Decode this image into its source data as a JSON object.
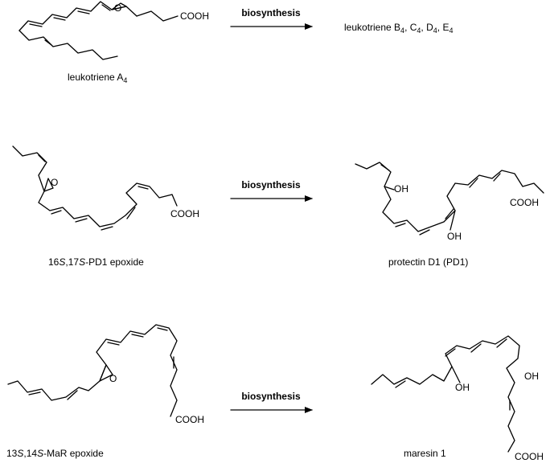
{
  "reactions": [
    {
      "reactant": {
        "atoms": [
          "O",
          "COOH"
        ],
        "name": "leukotriene A",
        "name_sub": "4"
      },
      "arrow_label": "biosynthesis",
      "product": {
        "name_parts": [
          "leukotriene B",
          "4",
          ", C",
          "4",
          ", D",
          "4",
          ", E",
          "4"
        ]
      }
    },
    {
      "reactant": {
        "atoms": [
          "O",
          "COOH"
        ],
        "name_parts": [
          "16",
          "S",
          ",17",
          "S",
          "-PD1 epoxide"
        ]
      },
      "arrow_label": "biosynthesis",
      "product": {
        "atoms": [
          "OH",
          "OH",
          "COOH"
        ],
        "name": "protectin D1 (PD1)"
      }
    },
    {
      "reactant": {
        "atoms": [
          "O",
          "COOH"
        ],
        "name_parts": [
          "13",
          "S",
          ",14",
          "S",
          "-MaR epoxide"
        ]
      },
      "arrow_label": "biosynthesis",
      "product": {
        "atoms": [
          "OH",
          "OH",
          "COOH"
        ],
        "name": "maresin 1"
      }
    }
  ]
}
